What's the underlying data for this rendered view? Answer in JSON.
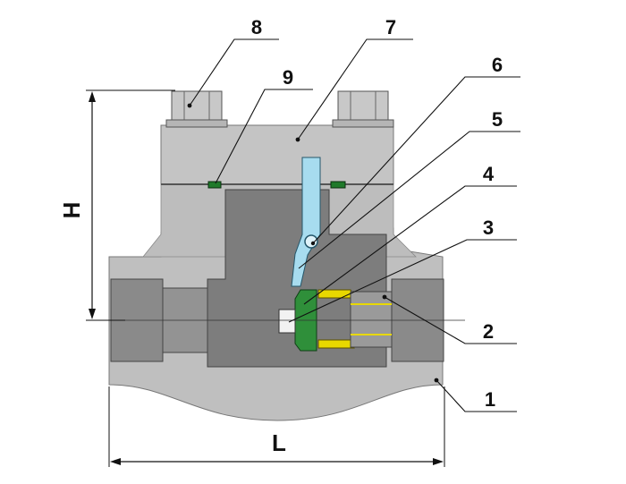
{
  "diagram": {
    "callouts": [
      {
        "id": "c1",
        "label": "1"
      },
      {
        "id": "c2",
        "label": "2"
      },
      {
        "id": "c3",
        "label": "3"
      },
      {
        "id": "c4",
        "label": "4"
      },
      {
        "id": "c5",
        "label": "5"
      },
      {
        "id": "c6",
        "label": "6"
      },
      {
        "id": "c7",
        "label": "7"
      },
      {
        "id": "c8",
        "label": "8"
      },
      {
        "id": "c9",
        "label": "9"
      }
    ],
    "dimensions": {
      "height_label": "H",
      "length_label": "L"
    }
  },
  "colors": {
    "body": "#bfbfbf",
    "cavity": "#7d7d7d",
    "port": "#8c8c8c",
    "disc": "#2f8f3a",
    "hanger": "#a7dcef",
    "seal": "#e8d800",
    "gasket": "#1f7a2a",
    "line": "#111111"
  }
}
